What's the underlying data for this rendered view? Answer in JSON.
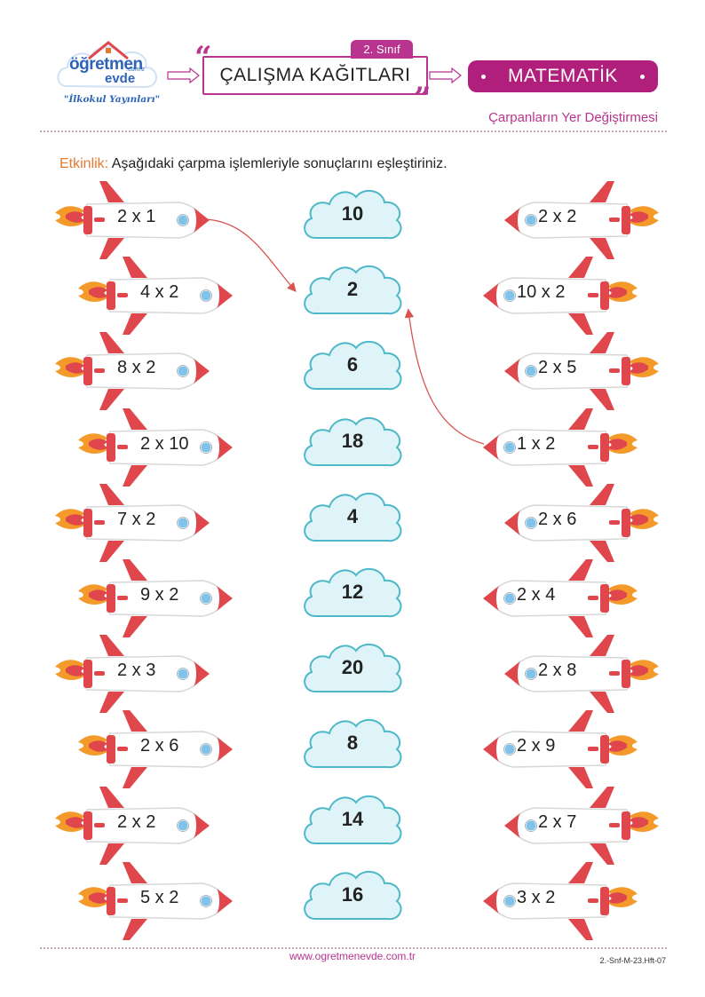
{
  "header": {
    "logo_word": "öğretmen",
    "logo_word2": "evde",
    "logo_domain": ".com.tr",
    "logo_sub": "\"İlkokul Yayınları\"",
    "grade": "2. Sınıf",
    "title": "ÇALIŞMA KAĞITLARI",
    "subject": "MATEMATİK",
    "topic": "Çarpanların Yer Değiştirmesi"
  },
  "instruction": {
    "label": "Etkinlik:",
    "text": "Aşağıdaki çarpma işlemleriyle sonuçlarını eşleştiriniz."
  },
  "left_rockets": [
    "2 x 1",
    "4 x 2",
    "8 x 2",
    "2 x 10",
    "7 x 2",
    "9 x 2",
    "2 x 3",
    "2 x 6",
    "2 x 2",
    "5 x 2"
  ],
  "clouds": [
    "10",
    "2",
    "6",
    "18",
    "4",
    "12",
    "20",
    "8",
    "14",
    "16"
  ],
  "right_rockets": [
    "2 x 2",
    "10 x 2",
    "2 x 5",
    "1 x 2",
    "2 x 6",
    "2 x 4",
    "2 x 8",
    "2 x 9",
    "2 x 7",
    "3 x 2"
  ],
  "footer": {
    "url": "www.ogretmenevde.com.tr",
    "code": "2.-Snf-M-23.Hft-07"
  },
  "colors": {
    "brand": "#b8348f",
    "subject_bg": "#b11f7c",
    "rocket_red": "#e0474c",
    "flame": "#f39a2b",
    "cloud_fill": "#dff4f8",
    "cloud_stroke": "#4cb8c8",
    "example_line": "#d9534f"
  },
  "icons": [
    "logo-cloud-house",
    "arrow-outline-icon",
    "rocket-icon",
    "cloud-shape",
    "window-porthole-icon",
    "flame-icon"
  ]
}
